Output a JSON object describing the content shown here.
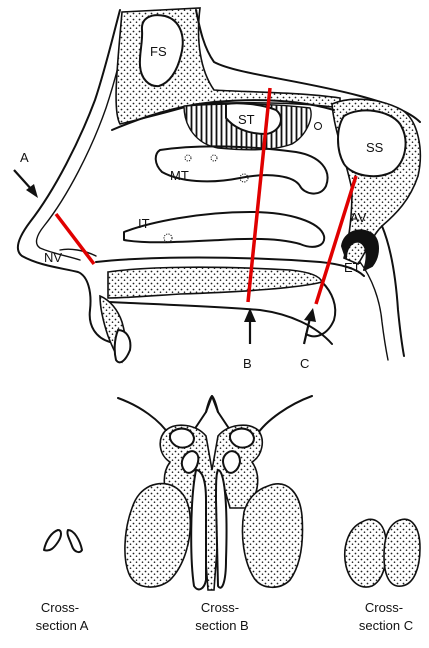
{
  "labels": {
    "fs": "FS",
    "st": "ST",
    "ss": "SS",
    "mt": "MT",
    "it": "IT",
    "nv": "NV",
    "av": "AV",
    "et": "ET",
    "a": "A",
    "b": "B",
    "c": "C"
  },
  "captions": {
    "a": [
      "Cross-",
      "section A"
    ],
    "b": [
      "Cross-",
      "section B"
    ],
    "c": [
      "Cross-",
      "section C"
    ]
  },
  "colors": {
    "cut_line": "#e00000",
    "ink": "#111111"
  }
}
